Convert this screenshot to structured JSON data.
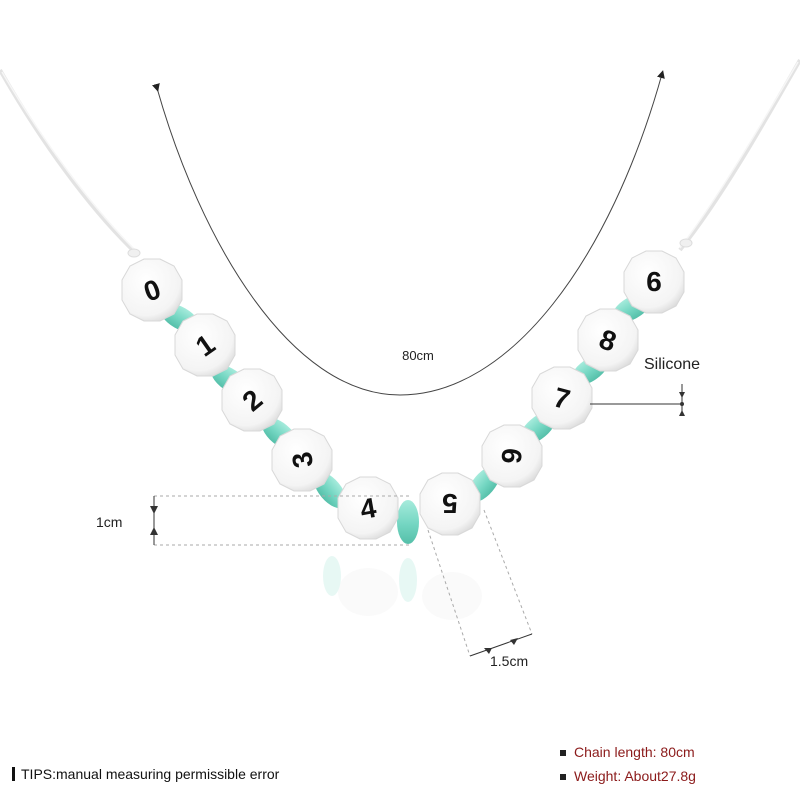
{
  "dimensions": {
    "length_label": "80cm",
    "bead_height_label": "1cm",
    "bead_width_label": "1.5cm"
  },
  "callout": {
    "material_label": "Silicone"
  },
  "beads": [
    "0",
    "1",
    "2",
    "3",
    "4",
    "5",
    "6",
    "7",
    "8",
    "9"
  ],
  "specs": {
    "length_key": "Chain length:",
    "length_value": "80cm",
    "weight_key": "Weight:",
    "weight_value": "About27.8g"
  },
  "tips": "TIPS:manual measuring permissible error",
  "colors": {
    "bead_white": "#ffffff",
    "spacer_teal": "#7fd9c8",
    "cord": "#e6e6e6",
    "spec_text": "#8b1a1a"
  }
}
